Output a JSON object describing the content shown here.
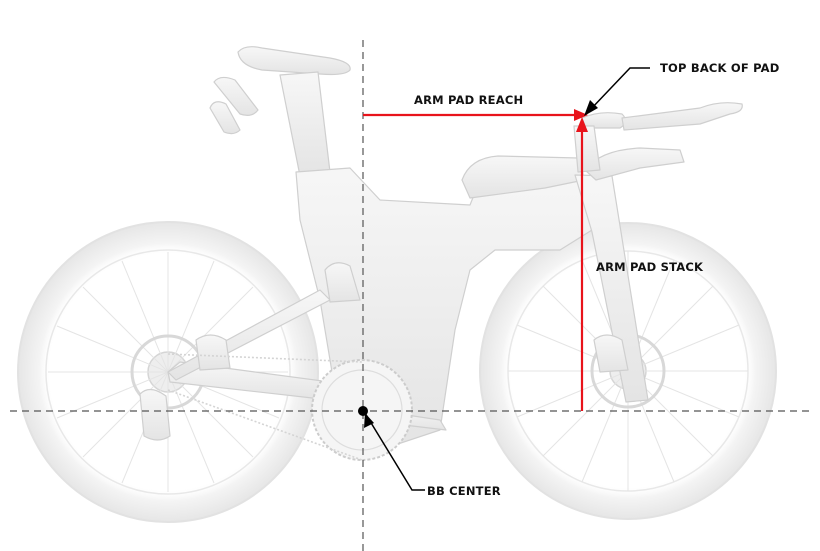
{
  "labels": {
    "top_back_of_pad": "TOP BACK OF PAD",
    "arm_pad_reach": "ARM PAD REACH",
    "arm_pad_stack": "ARM PAD STACK",
    "bb_center": "BB CENTER"
  },
  "colors": {
    "background": "#ffffff",
    "bike_fill": "#f2f2f2",
    "bike_stroke": "#d9d9d9",
    "measure_red": "#e8131b",
    "guide_dash": "#555555",
    "text": "#111111"
  }
}
